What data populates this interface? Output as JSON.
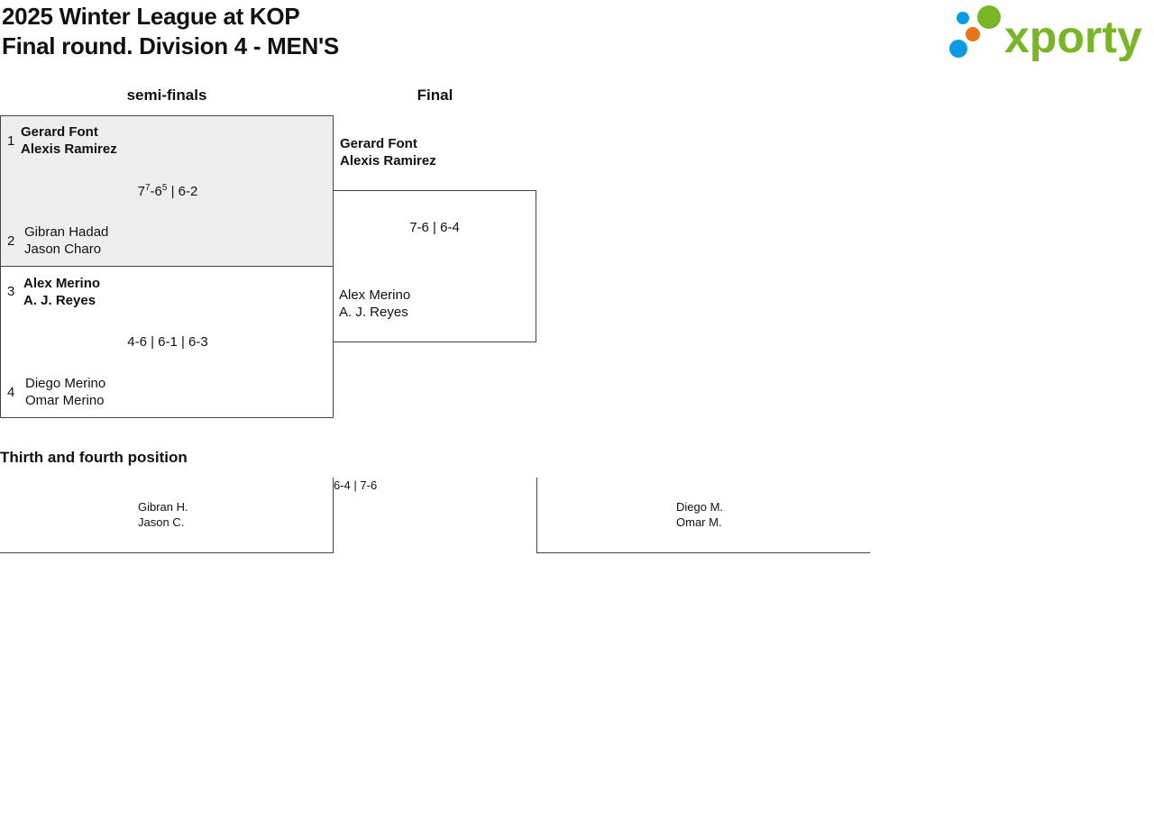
{
  "header": {
    "title_line1": "2025 Winter League at KOP",
    "title_line2": "Final round. Division 4 - MEN'S",
    "logo_text": "xporty",
    "logo_colors": {
      "blue": "#0b9be3",
      "orange": "#e8731b",
      "green": "#7ab527"
    }
  },
  "columns": {
    "semi": "semi-finals",
    "final": "Final"
  },
  "semi1": {
    "seed_top": "1",
    "top_p1": "Gerard Font",
    "top_p2": "Alexis Ramirez",
    "score_a": "7",
    "score_a_tb": "7",
    "score_b": "-6",
    "score_b_tb": "5",
    "score_rest": " | 6-2",
    "seed_bottom": "2",
    "bottom_p1": "Gibran Hadad",
    "bottom_p2": "Jason Charo"
  },
  "semi2": {
    "seed_top": "3",
    "top_p1": "Alex Merino",
    "top_p2": "A. J. Reyes",
    "score": "4-6 | 6-1 | 6-3",
    "seed_bottom": "4",
    "bottom_p1": "Diego Merino",
    "bottom_p2": "Omar Merino"
  },
  "final": {
    "winner_p1": "Gerard Font",
    "winner_p2": "Alexis Ramirez",
    "score": "7-6 | 6-4",
    "loser_p1": "Alex Merino",
    "loser_p2": "A. J. Reyes"
  },
  "third_place": {
    "heading": "Thirth and fourth position",
    "left_p1": "Gibran H.",
    "left_p2": "Jason C.",
    "score": "6-4 | 7-6",
    "right_p1": "Diego M.",
    "right_p2": "Omar M."
  }
}
